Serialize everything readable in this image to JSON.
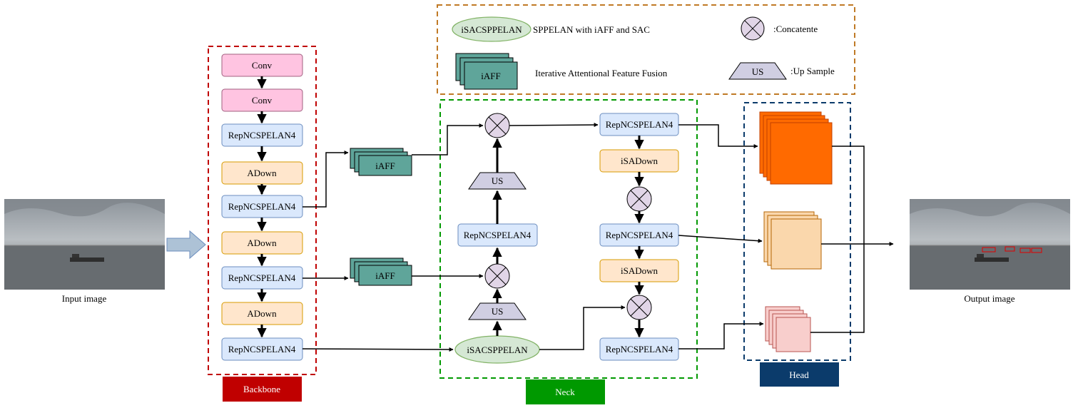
{
  "legend": {
    "sppelan_ellipse": "iSACSPPELAN",
    "sppelan_desc": "SPPELAN with iAFF and SAC",
    "iaff_label": "iAFF",
    "iaff_desc": "Iterative Attentional Feature Fusion",
    "concat_desc": ":Concatente",
    "us_label": "US",
    "us_desc": ":Up Sample"
  },
  "input": {
    "label": "Input image"
  },
  "output": {
    "label": "Output image"
  },
  "backbone": {
    "title": "Backbone",
    "blocks": [
      "Conv",
      "Conv",
      "RepNCSPELAN4",
      "ADown",
      "RepNCSPELAN4",
      "ADown",
      "RepNCSPELAN4",
      "ADown",
      "RepNCSPELAN4"
    ]
  },
  "fusion": {
    "top": "iAFF",
    "bottom": "iAFF"
  },
  "neck": {
    "title": "Neck",
    "sppelan": "iSACSPPELAN",
    "us_bottom": "US",
    "us_top": "US",
    "rep_mid": "RepNCSPELAN4",
    "right_col": [
      "RepNCSPELAN4",
      "iSADown",
      "RepNCSPELAN4",
      "iSADown",
      "RepNCSPELAN4"
    ]
  },
  "head": {
    "title": "Head"
  },
  "colors": {
    "backbone": "#c00000",
    "neck": "#009900",
    "head": "#0b3b6b",
    "legend_border": "#c07a26",
    "conv": "#ffc4e1",
    "rep": "#dae8fc",
    "adown": "#ffe6cc",
    "iaff": "#5fa59a",
    "concat": "#e1d5e7",
    "us": "#d0cee2",
    "sppelan": "#d5e8d4"
  }
}
